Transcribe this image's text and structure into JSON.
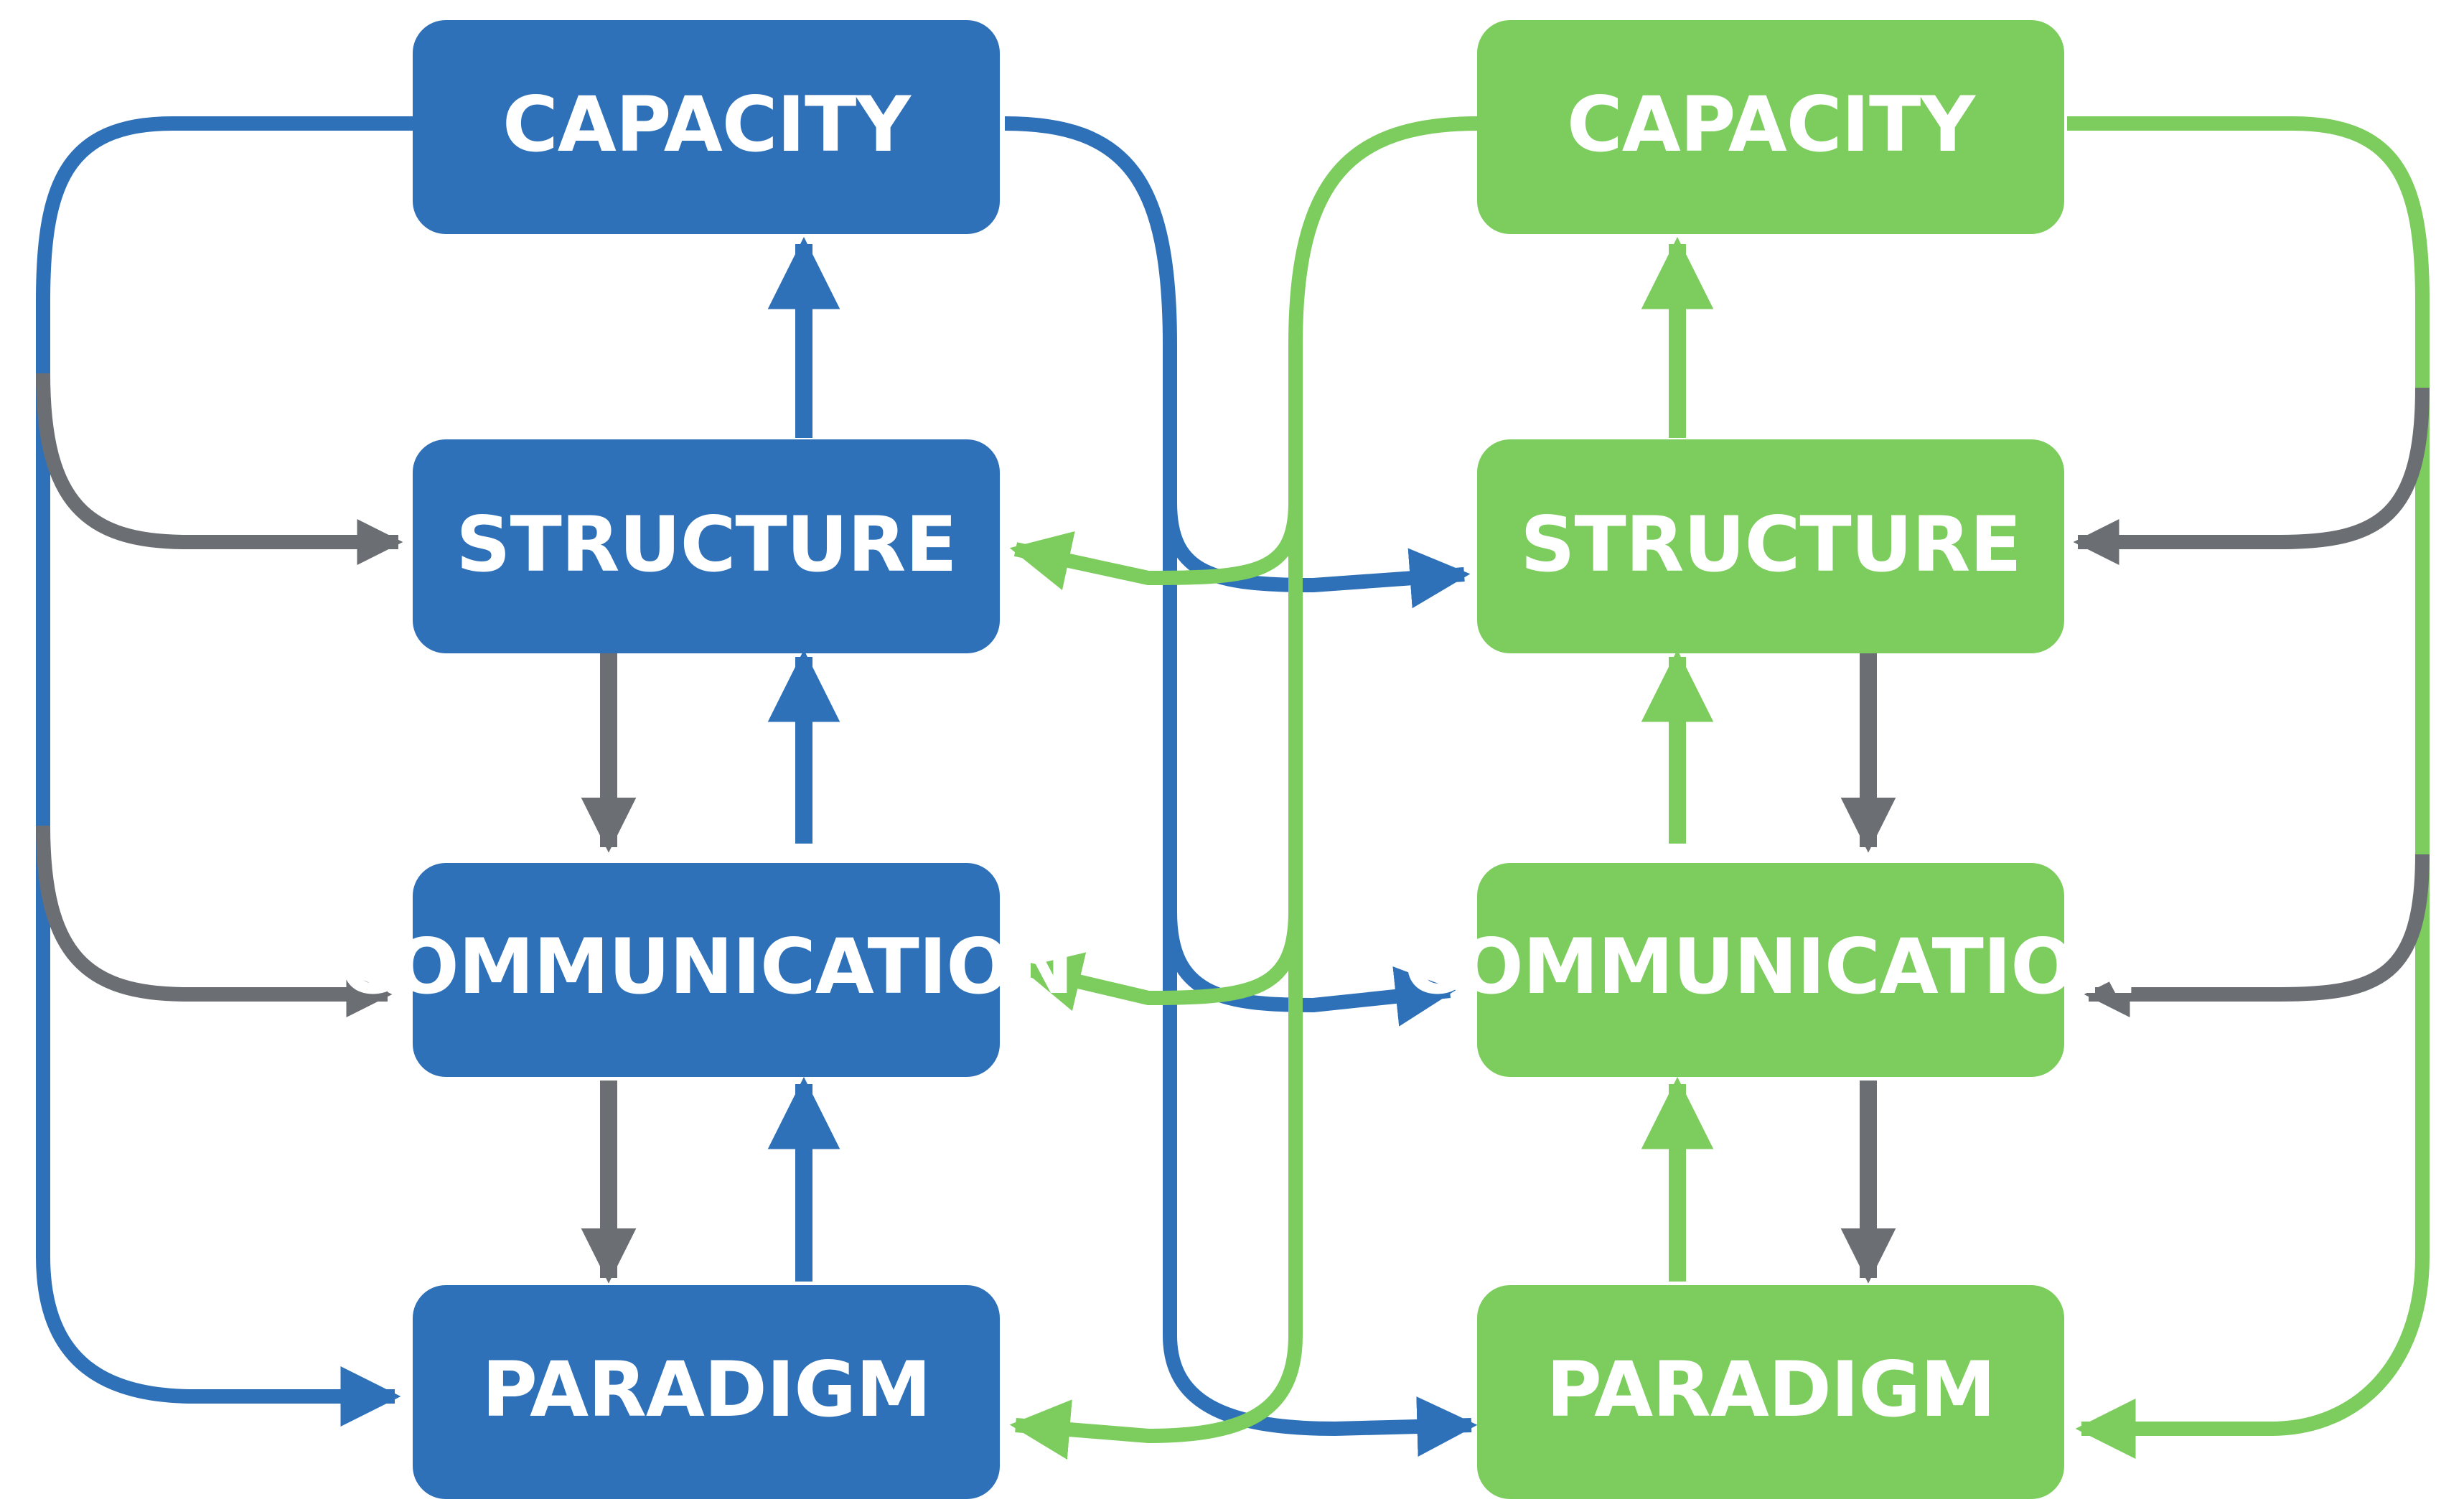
{
  "colors": {
    "blue": "#2f71b8",
    "green": "#7ccd5e",
    "gray": "#6b6e73",
    "background": "#ffffff",
    "label": "#ffffff"
  },
  "left_column": {
    "capacity": "CAPACITY",
    "structure": "STRUCTURE",
    "communication": "COMMUNICATION",
    "paradigm": "PARADIGM"
  },
  "right_column": {
    "capacity": "CAPACITY",
    "structure": "STRUCTURE",
    "communication": "COMMUNICATION",
    "paradigm": "PARADIGM"
  }
}
